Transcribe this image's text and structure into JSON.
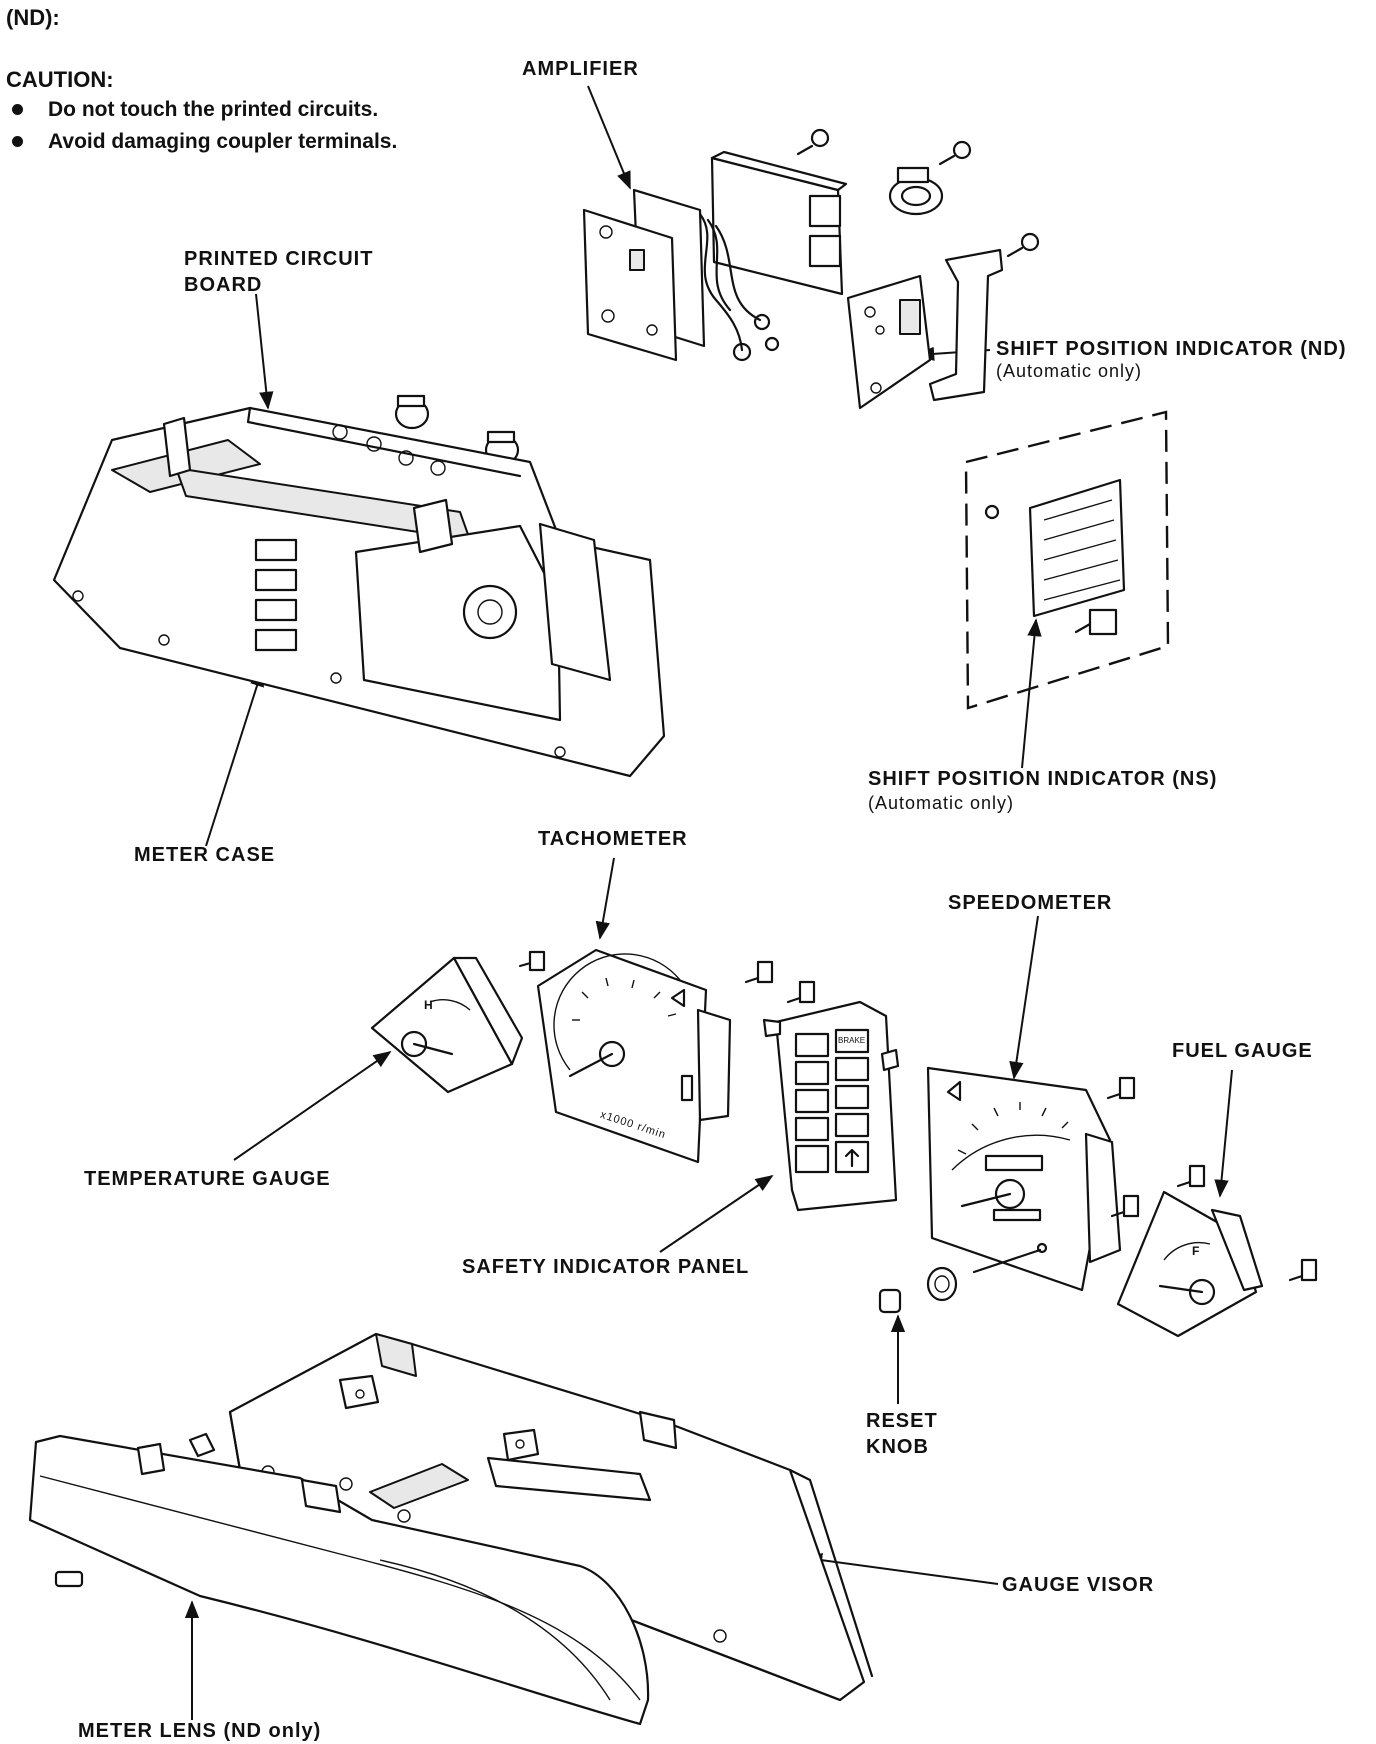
{
  "header": {
    "mode": "(ND):",
    "caution_title": "CAUTION:",
    "caution_items": [
      "Do not touch the printed circuits.",
      "Avoid damaging coupler terminals."
    ]
  },
  "callouts": {
    "amplifier": "AMPLIFIER",
    "pcb_line1": "PRINTED CIRCUIT",
    "pcb_line2": "BOARD",
    "shift_nd": "SHIFT POSITION INDICATOR (ND)",
    "shift_nd_note": "(Automatic only)",
    "shift_ns": "SHIFT POSITION INDICATOR (NS)",
    "shift_ns_note": "(Automatic only)",
    "meter_case": "METER CASE",
    "tachometer": "TACHOMETER",
    "speedometer": "SPEEDOMETER",
    "fuel_gauge": "FUEL GAUGE",
    "temperature_gauge": "TEMPERATURE GAUGE",
    "safety_panel": "SAFETY INDICATOR PANEL",
    "reset_line1": "RESET",
    "reset_line2": "KNOB",
    "gauge_visor": "GAUGE VISOR",
    "meter_lens": "METER LENS (ND only)"
  },
  "dial_text": {
    "tach_unit": "x1000 r/min",
    "temp_h": "H",
    "fuel_f": "F",
    "brake": "BRAKE"
  }
}
